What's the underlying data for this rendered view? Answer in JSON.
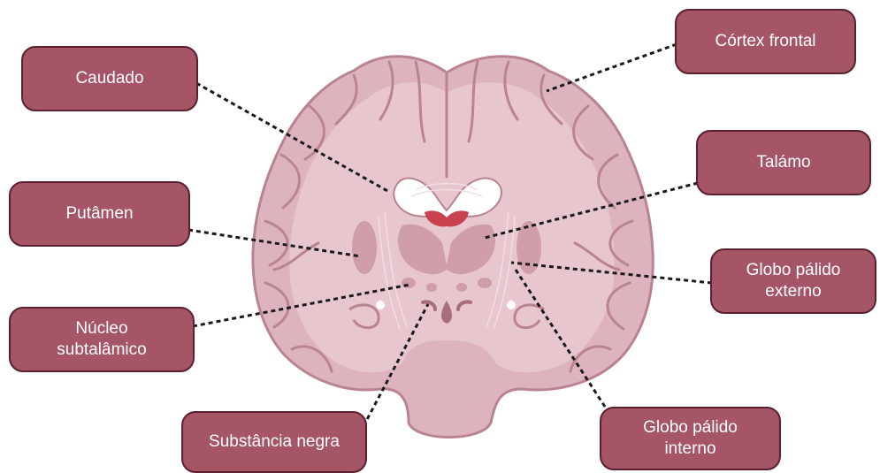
{
  "labels": {
    "caudado": "Caudado",
    "cortex_frontal": "Córtex frontal",
    "talamo": "Talámo",
    "putamen": "Putâmen",
    "globo_palido_externo": "Globo pálido\nexterno",
    "nucleo_subtalamico": "Núcleo\nsubtalâmico",
    "substancia_negra": "Substância negra",
    "globo_palido_interno": "Globo pálido\ninterno"
  },
  "colors": {
    "label_fill": "#a65566",
    "label_border": "#5a2030",
    "brain_fill": "#ddb4bd",
    "brain_outline": "#b9848f",
    "ventricle": "#ffffff",
    "highlight": "#c8424f",
    "leader_line": "#1a1a1a"
  }
}
